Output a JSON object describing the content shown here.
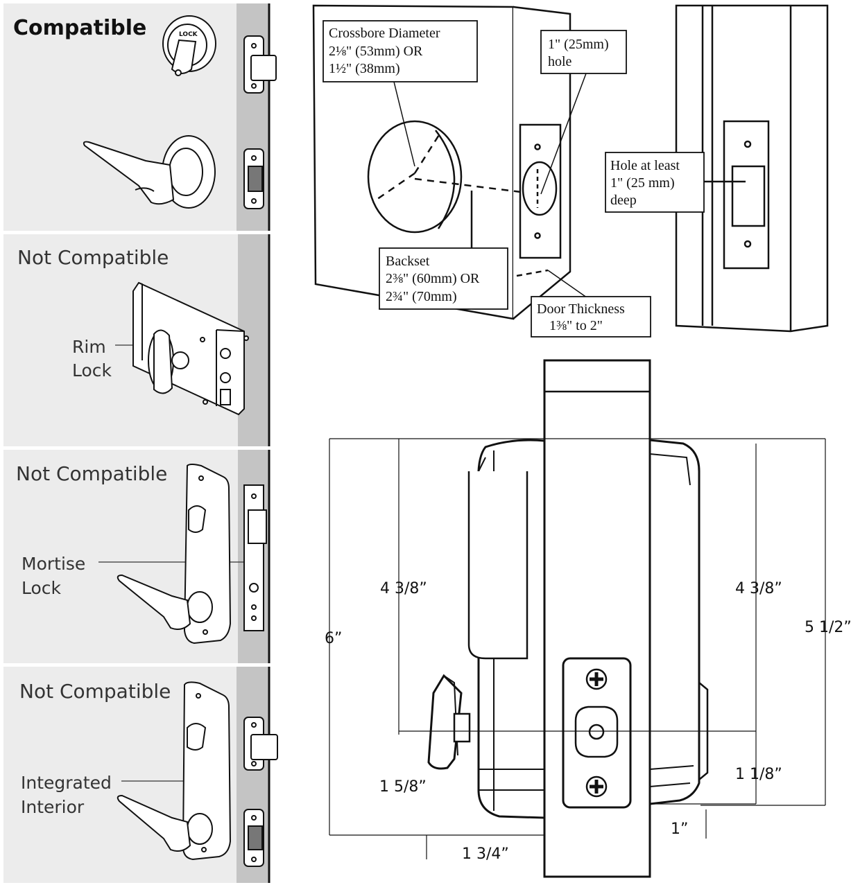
{
  "panels": [
    {
      "heading": "Compatible",
      "label_lines": []
    },
    {
      "heading": "Not Compatible",
      "label_lines": [
        "Rim",
        "Lock"
      ]
    },
    {
      "heading": "Not Compatible",
      "label_lines": [
        "Mortise",
        "Lock"
      ]
    },
    {
      "heading": "Not Compatible",
      "label_lines": [
        "Integrated",
        "Interior"
      ]
    }
  ],
  "deadbolt_thumb_text": "LOCK",
  "door_prep": {
    "crossbore": [
      "Crossbore Diameter",
      "2⅛\" (53mm) OR",
      "1½\" (38mm)"
    ],
    "hole": [
      "1\" (25mm)",
      "hole"
    ],
    "backset": [
      "Backset",
      "2⅜\" (60mm) OR",
      "2¾\" (70mm)"
    ],
    "door_thickness": [
      "Door Thickness",
      "1⅜\" to 2\""
    ],
    "hole_depth": [
      "Hole at least",
      "1\" (25 mm)",
      "deep"
    ]
  },
  "dimensions": {
    "overall_height_left": "6”",
    "body_height_left": "4 3/8”",
    "body_height_right": "4 3/8”",
    "overall_height_right": "5 1/2”",
    "turn_offset_left": "1 5/8”",
    "turn_offset_right": "1 1/8”",
    "depth_bottom_left": "1 3/4”",
    "depth_bottom_right": "1”"
  },
  "colors": {
    "panel_gray": "#ececec",
    "door_edge": "#c4c4c4",
    "line": "#111111"
  }
}
